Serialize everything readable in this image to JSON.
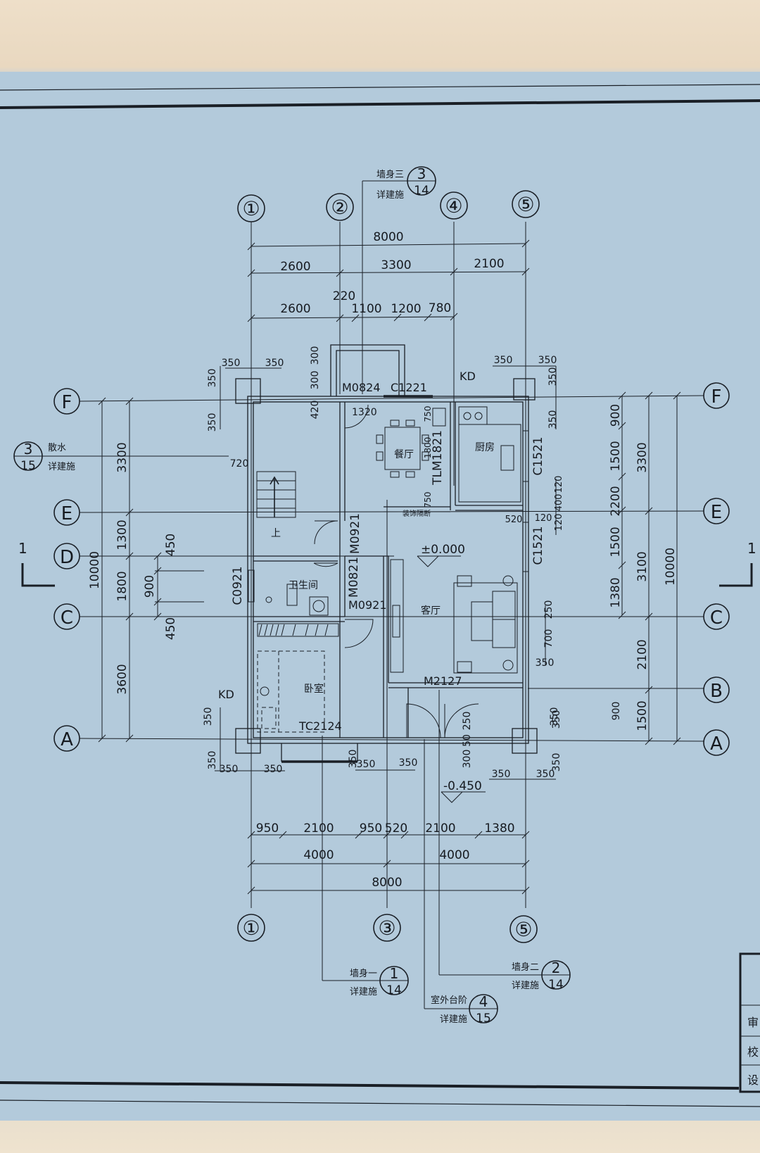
{
  "grid_axes": {
    "top": [
      "①",
      "②",
      "④",
      "⑤"
    ],
    "bottom": [
      "①",
      "③",
      "⑤"
    ],
    "left": [
      "F",
      "E",
      "D",
      "C",
      "A"
    ],
    "right": [
      "F",
      "E",
      "C",
      "B",
      "A"
    ]
  },
  "dimensions": {
    "top_total": "8000",
    "top_row2": [
      "2600",
      "3300",
      "2100"
    ],
    "top_row3": [
      "2600",
      "220",
      "1100",
      "1200",
      "780"
    ],
    "top_small": [
      "350",
      "350",
      "350",
      "350",
      "300",
      "300",
      "420"
    ],
    "bottom_row1": [
      "950",
      "2100",
      "950",
      "520",
      "2100",
      "1380"
    ],
    "bottom_row2": [
      "4000",
      "4000"
    ],
    "bottom_total": "8000",
    "bottom_small": [
      "350",
      "350",
      "350",
      "350",
      "350",
      "350",
      "350",
      "300",
      "250",
      "50",
      "350",
      "350"
    ],
    "left_total": "10000",
    "left_row": [
      "3300",
      "1300",
      "1800",
      "3600"
    ],
    "left_inner": [
      "450",
      "900",
      "450"
    ],
    "left_small": [
      "350",
      "350",
      "350",
      "350",
      "720"
    ],
    "right_total": "10000",
    "right_row1": [
      "3300",
      "3100",
      "2100",
      "1500"
    ],
    "right_row2": [
      "900",
      "1500",
      "2200",
      "1500",
      "1380"
    ],
    "right_small": [
      "350",
      "350",
      "120",
      "400",
      "120",
      "120",
      "520",
      "250",
      "700",
      "350",
      "350",
      "900"
    ]
  },
  "rooms": {
    "dining": "餐厅",
    "kitchen": "厨房",
    "living": "客厅",
    "bathroom": "卫生间",
    "bedroom": "卧室",
    "stairs_up": "上"
  },
  "openings": [
    "M0824",
    "C1221",
    "KD",
    "1320",
    "TLM1821",
    "C1521",
    "C1521",
    "M0921",
    "M0821",
    "M0921",
    "C0921",
    "M2127",
    "TC2124",
    "KD",
    "1800",
    "750",
    "750"
  ],
  "elevations": {
    "floor": "±0.000",
    "outdoor": "-0.450"
  },
  "notes": {
    "kitchen_partition": "装饰隔断"
  },
  "section_marks": {
    "left": "1",
    "right": "1"
  },
  "detail_refs": [
    {
      "title": "墙身三",
      "subtitle": "详建施",
      "num": "3",
      "sheet": "14"
    },
    {
      "title": "散水",
      "subtitle": "详建施",
      "num": "3",
      "sheet": "15"
    },
    {
      "title": "墙身一",
      "subtitle": "详建施",
      "num": "1",
      "sheet": "14"
    },
    {
      "title": "墙身二",
      "subtitle": "详建施",
      "num": "2",
      "sheet": "14"
    },
    {
      "title": "室外台阶",
      "subtitle": "详建施",
      "num": "4",
      "sheet": "15"
    }
  ],
  "title_block": [
    "审",
    "校",
    "设"
  ]
}
